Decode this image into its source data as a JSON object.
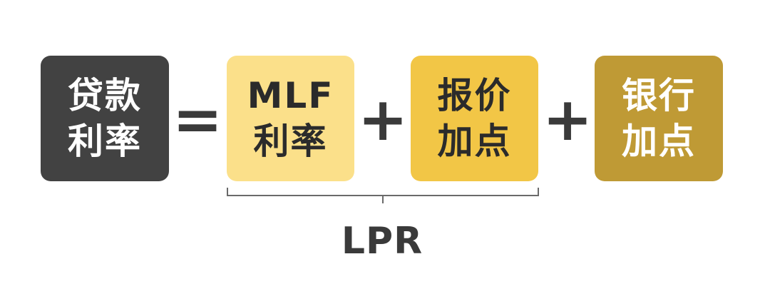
{
  "colors": {
    "dark_box": "#424242",
    "light_yellow": "#fbe08a",
    "mid_yellow": "#f2c646",
    "gold": "#bf9a35",
    "operator": "#3a3a3a",
    "dark_text": "#2b2b2b",
    "light_text": "#ffffff"
  },
  "equation": {
    "loan_rate": {
      "line1": "贷款",
      "line2": "利率"
    },
    "equals": "=",
    "mlf_rate": {
      "line1": "MLF",
      "line2": "利率"
    },
    "plus_1": "+",
    "quote_spread": {
      "line1": "报价",
      "line2": "加点"
    },
    "plus_2": "+",
    "bank_spread": {
      "line1": "银行",
      "line2": "加点"
    }
  },
  "bracket_label": "LPR"
}
